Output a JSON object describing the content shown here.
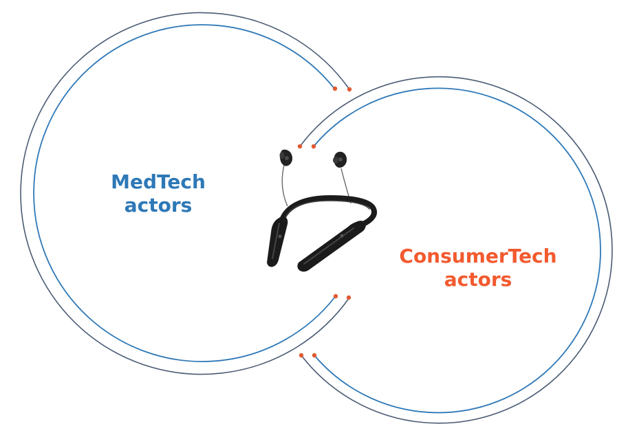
{
  "colors": {
    "outer_ring": "#4a5a74",
    "inner_ring": "#2e78b7",
    "dots": "#e05a32",
    "medtech_text": "#2e78b7",
    "consumer_text": "#f25a2f",
    "headset": "#1e1e1e"
  },
  "medtech": {
    "line1": "MedTech",
    "line2": "actors"
  },
  "consumer": {
    "line1": "ConsumerTech",
    "line2": "actors"
  },
  "center_image": {
    "icon": "neckband-earphones-icon"
  }
}
